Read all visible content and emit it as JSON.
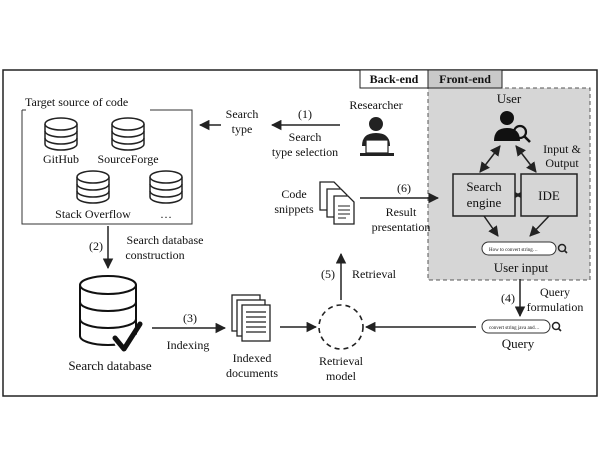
{
  "headers": {
    "backend": "Back-end",
    "frontend": "Front-end"
  },
  "source_box": {
    "title": "Target source of code",
    "github": "GitHub",
    "sourceforge": "SourceForge",
    "stackoverflow": "Stack Overflow",
    "more": "…"
  },
  "labels": {
    "search_type": [
      "Search",
      "type"
    ],
    "step1": "(1)",
    "search_type_selection": [
      "Search",
      "type selection"
    ],
    "researcher": "Researcher",
    "user": "User",
    "input_output": [
      "Input &",
      "Output"
    ],
    "search_engine": [
      "Search",
      "engine"
    ],
    "ide": "IDE",
    "search_bar_text": "How to convert string…",
    "user_input": "User input",
    "step2": "(2)",
    "search_db_construction": [
      "Search database",
      "construction"
    ],
    "code_snippets": [
      "Code",
      "snippets"
    ],
    "step6": "(6)",
    "result_presentation": [
      "Result",
      "presentation"
    ],
    "step5": "(5)",
    "retrieval": "Retrieval",
    "step4": "(4)",
    "query_formulation": [
      "Query",
      "formulation"
    ],
    "query_bar_text": "convert string java and…",
    "query": "Query",
    "step3": "(3)",
    "indexing": "Indexing",
    "search_database": "Search database",
    "indexed_documents": [
      "Indexed",
      "documents"
    ],
    "retrieval_model": [
      "Retrieval",
      "model"
    ]
  },
  "colors": {
    "frontend_panel": "#d6d6d6",
    "box_border": "#222222",
    "line": "#222222"
  }
}
